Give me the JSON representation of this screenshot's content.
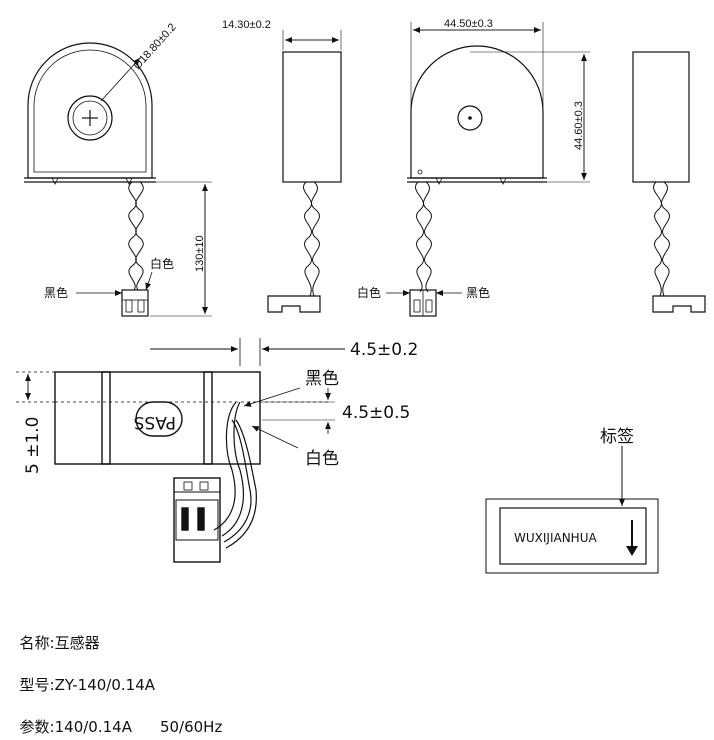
{
  "top_views": {
    "diameter_label": "Ø18.80±0.2",
    "thickness_label": "14.30±0.2",
    "width_label": "44.50±0.3",
    "height_label": "44.60±0.3",
    "lead_length_label": "130±10",
    "black_wire_label": "黑色",
    "white_wire_label": "白色"
  },
  "side_view": {
    "pitch_label": "4.5±0.2",
    "spacing_label": "4.5±0.5",
    "height_label": "5 ±1.0",
    "black_wire_label": "黑色",
    "white_wire_label": "白色",
    "pass_stamp": "PASS"
  },
  "label_box": {
    "title": "标签",
    "brand_text": "WUXIJIANHUA"
  },
  "specs": {
    "name_label": "名称:",
    "name_value": "互感器",
    "model_label": "型号:",
    "model_value": "ZY-140/0.14A",
    "params_label": "参数:",
    "params_current": "140/0.14A",
    "params_freq": "50/60Hz"
  }
}
